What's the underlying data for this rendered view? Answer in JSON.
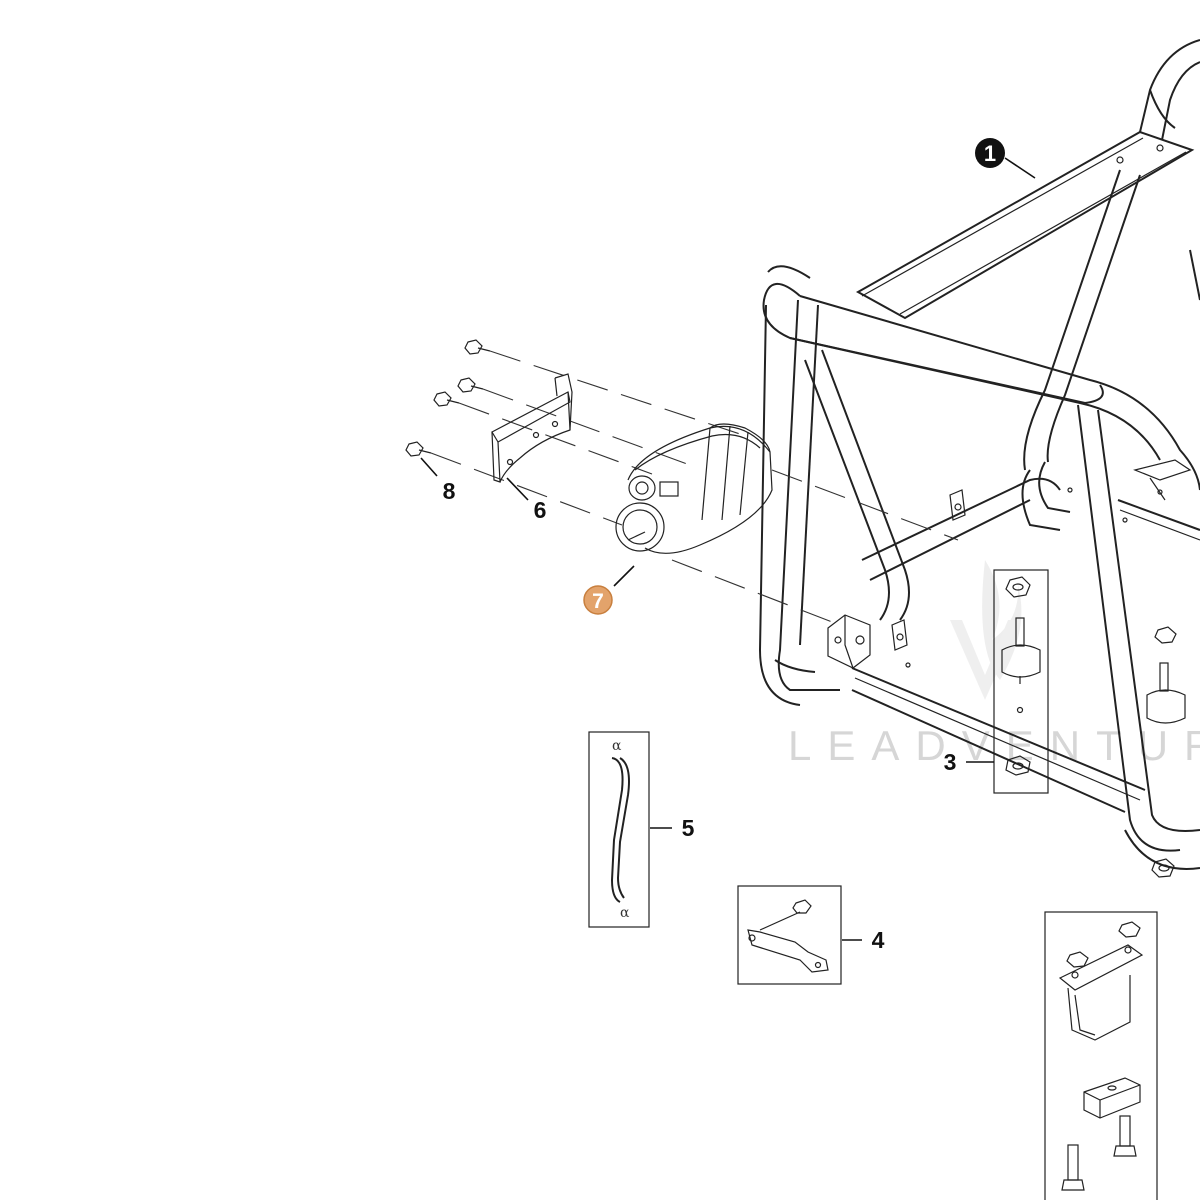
{
  "diagram": {
    "watermark": "LEADVENTURE",
    "highlight_color": "#e3a36b",
    "callouts": [
      {
        "id": "1",
        "label": "1",
        "style": "black-circle"
      },
      {
        "id": "3",
        "label": "3",
        "style": "plain"
      },
      {
        "id": "4",
        "label": "4",
        "style": "plain"
      },
      {
        "id": "5",
        "label": "5",
        "style": "plain"
      },
      {
        "id": "6",
        "label": "6",
        "style": "highlighted-circle"
      },
      {
        "id": "7",
        "label": "7",
        "style": "plain"
      },
      {
        "id": "8",
        "label": "8",
        "style": "plain"
      }
    ]
  }
}
